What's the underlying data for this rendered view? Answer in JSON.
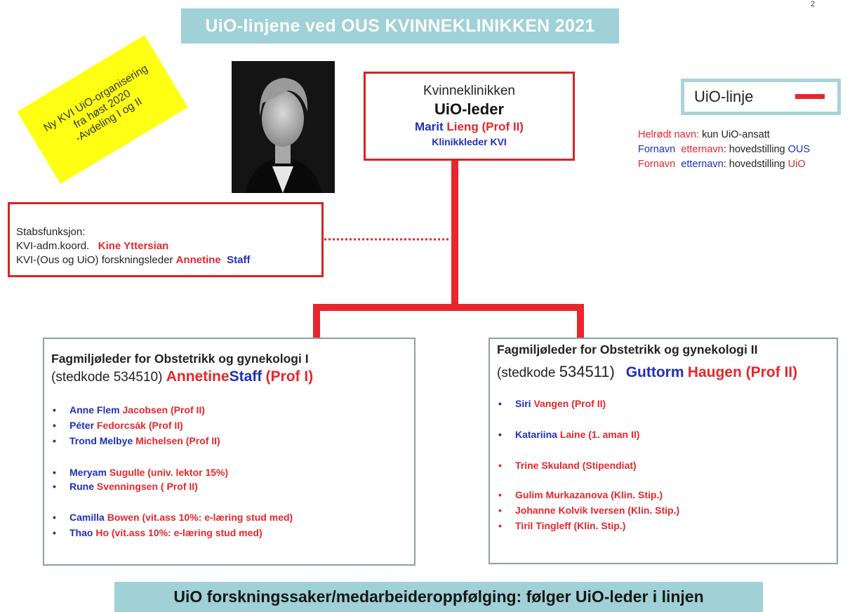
{
  "title": "UiO-linjene ved OUS KVINNEKLINIKKEN  2021",
  "page_number": "2",
  "note": {
    "line1": "Ny  KVI UiO-organisering",
    "line2": "fra høst 2020",
    "line3": "-Avdeling I og II"
  },
  "leader": {
    "unit": "Kvinneklinikken",
    "role": "UiO-leder",
    "first_name": "Marit",
    "last_name_title": "Lieng (Prof II)",
    "position": "Klinikkleder KVI"
  },
  "legend": {
    "label": "UiO-linje",
    "line1_red": "Helrødt navn:",
    "line1_rest": " kun UiO-ansatt",
    "line2_first": "Fornavn",
    "line2_last": "etternavn",
    "line2_rest": ": hovedstilling ",
    "line2_org": "OUS",
    "line3_first": "Fornavn",
    "line3_last": "etternavn",
    "line3_rest": ": hovedstilling ",
    "line3_org": "UiO",
    "colors": {
      "uio_line": "#e8262b",
      "ous_name": "#1f2fb8",
      "uio_name": "#e8262b"
    }
  },
  "staff": {
    "heading": "Stabsfunksjon:",
    "row1_label": "KVI-adm.koord.",
    "row1_name": "Kine Yttersian",
    "row2_label": "KVI-(Ous og UiO) forskningsleder",
    "row2_first": "Annetine",
    "row2_last": "Staff"
  },
  "dept1": {
    "title": "Fagmiljøleder for Obstetrikk og gynekologi I",
    "code": "(stedkode 534510)",
    "leader_first": "Annetine",
    "leader_last": "Staff",
    "leader_title": "(Prof I)",
    "members": [
      {
        "first": "Anne Flem",
        "last": "Jacobsen (Prof II)"
      },
      {
        "first": "Péter",
        "last": "Fedorcsák (Prof II)"
      },
      {
        "first": "Trond Melbye",
        "last": "Michelsen (Prof II)"
      },
      {
        "first": "Meryam",
        "last": "Sugulle (univ. lektor 15%)"
      },
      {
        "first": "Rune",
        "last": "Svenningsen ( Prof II)"
      },
      {
        "first": "Camilla",
        "last": "Bowen (vit.ass 10%: e-læring stud med)"
      },
      {
        "first": "Thao",
        "last": "Ho (vit.ass 10%: e-læring stud med)"
      }
    ]
  },
  "dept2": {
    "title": "Fagmiljøleder for Obstetrikk og gynekologi II",
    "code_prefix": "(stedkode ",
    "code_number": "534511)",
    "leader_first": "Guttorm",
    "leader_last": "Haugen (Prof II)",
    "members": [
      {
        "first": "Siri",
        "last": "Vangen (Prof II)"
      },
      {
        "first": "Katariina",
        "last": "Laine (1. aman II)"
      },
      {
        "first": "",
        "last": "Trine Skuland (Stipendiat)"
      },
      {
        "first": "",
        "last": "Gulim  Murkazanova (Klin. Stip.)"
      },
      {
        "first": "",
        "last": "Johanne Kolvik Iversen (Klin. Stip.)"
      },
      {
        "first": "",
        "last": "Tiril  Tingleff  (Klin. Stip.)"
      }
    ]
  },
  "footer": "UiO forskningssaker/medarbeideroppfølging: følger UiO-leder i linjen"
}
